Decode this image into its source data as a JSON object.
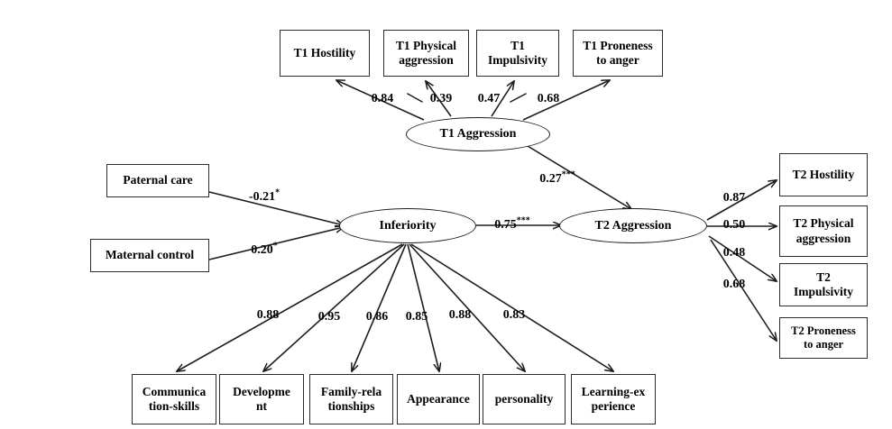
{
  "figure": {
    "type": "path-diagram",
    "title": "",
    "background_color": "#ffffff",
    "line_color": "#1d1d1d"
  },
  "latent_variables": [
    {
      "id": "t1_aggression",
      "label": "T1 Aggression"
    },
    {
      "id": "inferiority",
      "label": "Inferiority"
    },
    {
      "id": "t2_aggression",
      "label": "T2 Aggression"
    }
  ],
  "observed_top": [
    {
      "id": "t1_hostility",
      "line1": "T1 Hostility",
      "line2": ""
    },
    {
      "id": "t1_physical_aggression",
      "line1": "T1 Physical",
      "line2": "aggression"
    },
    {
      "id": "t1_impulsivity",
      "line1": "T1",
      "line2": "Impulsivity"
    },
    {
      "id": "t1_proneness_to_anger",
      "line1": "T1 Proneness",
      "line2": "to anger"
    }
  ],
  "observed_left": [
    {
      "id": "paternal_care",
      "label": "Paternal care"
    },
    {
      "id": "maternal_control",
      "label": "Maternal control"
    }
  ],
  "observed_bottom": [
    {
      "id": "communication_skills",
      "line1": "Communica",
      "line2": "tion-skills"
    },
    {
      "id": "development",
      "line1": "Developme",
      "line2": "nt"
    },
    {
      "id": "family_relationships",
      "line1": "Family-rela",
      "line2": "tionships"
    },
    {
      "id": "appearance",
      "line1": "Appearance",
      "line2": ""
    },
    {
      "id": "personality",
      "line1": "personality",
      "line2": ""
    },
    {
      "id": "learning_experience",
      "line1": "Learning-ex",
      "line2": "perience"
    }
  ],
  "observed_right": [
    {
      "id": "t2_hostility",
      "line1": "T2 Hostility",
      "line2": ""
    },
    {
      "id": "t2_physical_aggression",
      "line1": "T2 Physical",
      "line2": "aggression"
    },
    {
      "id": "t2_impulsivity",
      "line1": "T2",
      "line2": "Impulsivity"
    },
    {
      "id": "t2_proneness_to_anger",
      "line1": "T2 Proneness",
      "line2": "to anger"
    }
  ],
  "coefficients": {
    "t1_loadings": [
      {
        "id": "t1_agg_to_hostility",
        "value": "0.84",
        "stars": ""
      },
      {
        "id": "t1_agg_to_physical",
        "value": "0.39",
        "stars": ""
      },
      {
        "id": "t1_agg_to_impulsivity",
        "value": "0.47",
        "stars": ""
      },
      {
        "id": "t1_agg_to_proneness",
        "value": "0.68",
        "stars": ""
      }
    ],
    "left_paths": [
      {
        "id": "paternal_care_to_inferiority",
        "value": "-0.21",
        "stars": "*"
      },
      {
        "id": "maternal_control_to_inferiority",
        "value": "0.20",
        "stars": "*"
      }
    ],
    "structural_paths": [
      {
        "id": "t1_agg_to_t2_agg",
        "value": "0.27",
        "stars": "***"
      },
      {
        "id": "inferiority_to_t2_agg",
        "value": "0.75",
        "stars": "***"
      }
    ],
    "inferiority_loadings": [
      {
        "id": "inf_to_communication_skills",
        "value": "0.88",
        "stars": ""
      },
      {
        "id": "inf_to_development",
        "value": "0.95",
        "stars": ""
      },
      {
        "id": "inf_to_family_relationships",
        "value": "0.86",
        "stars": ""
      },
      {
        "id": "inf_to_appearance",
        "value": "0.85",
        "stars": ""
      },
      {
        "id": "inf_to_personality",
        "value": "0.88",
        "stars": ""
      },
      {
        "id": "inf_to_learning_experience",
        "value": "0.83",
        "stars": ""
      }
    ],
    "t2_loadings": [
      {
        "id": "t2_agg_to_hostility",
        "value": "0.87",
        "stars": ""
      },
      {
        "id": "t2_agg_to_physical",
        "value": "0.50",
        "stars": ""
      },
      {
        "id": "t2_agg_to_impulsivity",
        "value": "0.48",
        "stars": ""
      },
      {
        "id": "t2_agg_to_proneness",
        "value": "0.68",
        "stars": ""
      }
    ]
  }
}
